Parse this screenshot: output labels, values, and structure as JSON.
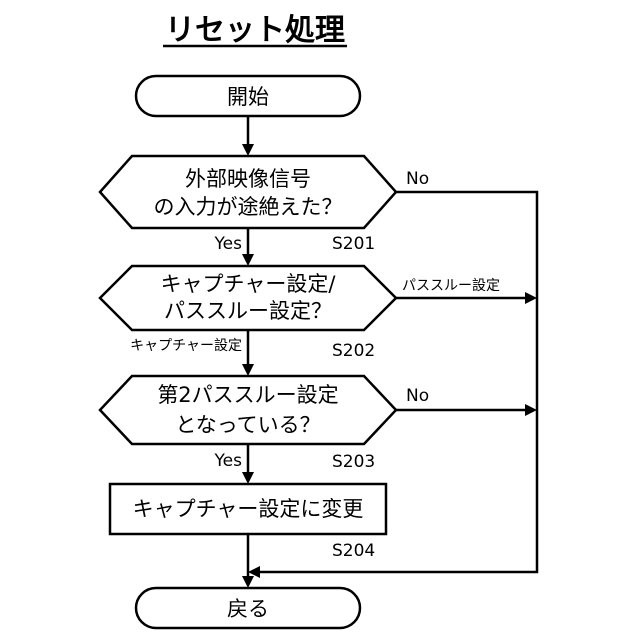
{
  "title": "リセット処理",
  "start": "開始",
  "end": "戻る",
  "decision1": {
    "line1": "外部映像信号",
    "line2": "の入力が途絶えた？",
    "yes_label": "Yes",
    "no_label": "No",
    "step": "S201"
  },
  "decision2": {
    "line1": "キャプチャー設定/",
    "line2": "パススルー設定？",
    "down_label": "キャプチャー設定",
    "right_label": "パススルー設定",
    "step": "S202"
  },
  "decision3": {
    "line1": "第2パススルー設定",
    "line2": "となっている？",
    "yes_label": "Yes",
    "no_label": "No",
    "step": "S203"
  },
  "process1": {
    "label": "キャプチャー設定に変更",
    "step": "S204"
  }
}
